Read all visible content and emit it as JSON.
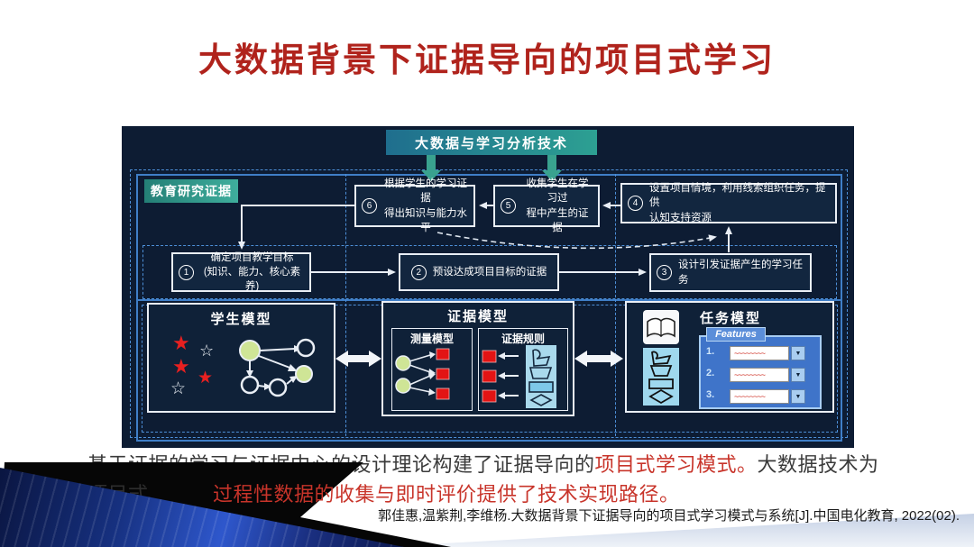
{
  "title": "大数据背景下证据导向的项目式学习",
  "diagram": {
    "banner": "大数据与学习分析技术",
    "section_label": "教育研究证据",
    "steps": [
      {
        "num": "1",
        "line1": "确定项目教学目标",
        "line2": "(知识、能力、核心素养)"
      },
      {
        "num": "2",
        "line1": "预设达成项目目标的证据",
        "line2": ""
      },
      {
        "num": "3",
        "line1": "设计引发证据产生的学习任务",
        "line2": ""
      },
      {
        "num": "4",
        "line1": "设置项目情境，利用线索组织任务，提供",
        "line2": "认知支持资源"
      },
      {
        "num": "5",
        "line1": "收集学生在学习过",
        "line2": "程中产生的证据"
      },
      {
        "num": "6",
        "line1": "根据学生的学习证据",
        "line2": "得出知识与能力水平"
      }
    ],
    "models": {
      "student": {
        "title": "学生模型"
      },
      "evidence": {
        "title": "证据模型",
        "sub1": "测量模型",
        "sub2": "证据规则"
      },
      "task": {
        "title": "任务模型",
        "features_label": "Features",
        "rows": [
          {
            "label": "1."
          },
          {
            "label": "2."
          },
          {
            "label": "3."
          }
        ],
        "squiggle": "~~~~~~~~"
      }
    }
  },
  "icons": {
    "star_filled": "★",
    "star_outline": "☆",
    "dropdown": "▼"
  },
  "paragraph": {
    "line1_black1": "基于证据的学习与证据中心的设计理论构建了证据导向的",
    "line1_red": "项目式学习模式。",
    "line1_black2": "大数据技术为",
    "line2_obscured": "项目式",
    "line2_red": "过程性数据的收集与即时评价提供了技术实现路径。"
  },
  "citation": "郭佳惠,温紫荆,李维杨.大数据背景下证据导向的项目式学习模式与系统[J].中国电化教育, 2022(02).",
  "colors": {
    "title_red": "#b0231c",
    "body_red": "#c8342a",
    "panel_navy": "#0d1c33",
    "banner_teal": "#2da092",
    "dash_blue": "#4d8fd8",
    "red_square": "#e31414",
    "green_node": "#cfe596",
    "light_blue_panel": "#a9d9ec",
    "features_blue": "#3f74c9"
  }
}
